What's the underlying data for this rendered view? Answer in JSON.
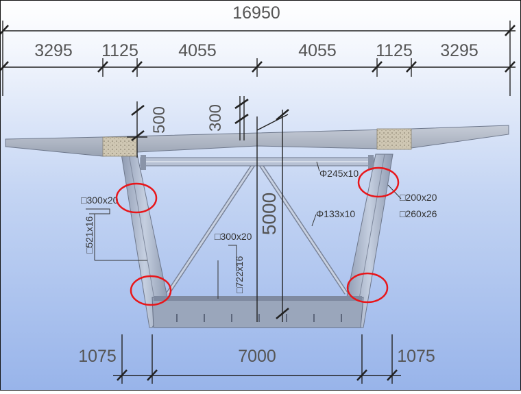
{
  "dimensions": {
    "overall_width": "16950",
    "top": [
      "3295",
      "1125",
      "4055",
      "4055",
      "1125",
      "3295"
    ],
    "top_slab_thickness": "500",
    "top_flange": "300",
    "height": "5000",
    "bottom": [
      "1075",
      "7000",
      "1075"
    ]
  },
  "members": {
    "strut_pipe": "Φ245x10",
    "diagonal_pipe": "Φ133x10",
    "web_flange_left": "□300x20",
    "web_plate_left": "□521x16",
    "bottom_flange": "□300x20",
    "bottom_plate": "□722x16",
    "web_flange_right": "□200x20",
    "web_plate_right": "□260x26"
  },
  "colors": {
    "bg_top": "#ffffff",
    "bg_bottom": "#9db9ec",
    "steel": "#a8b4c8",
    "concrete": "#c9c2b0",
    "highlight": "#e8161a",
    "dimension_line": "#222222"
  }
}
